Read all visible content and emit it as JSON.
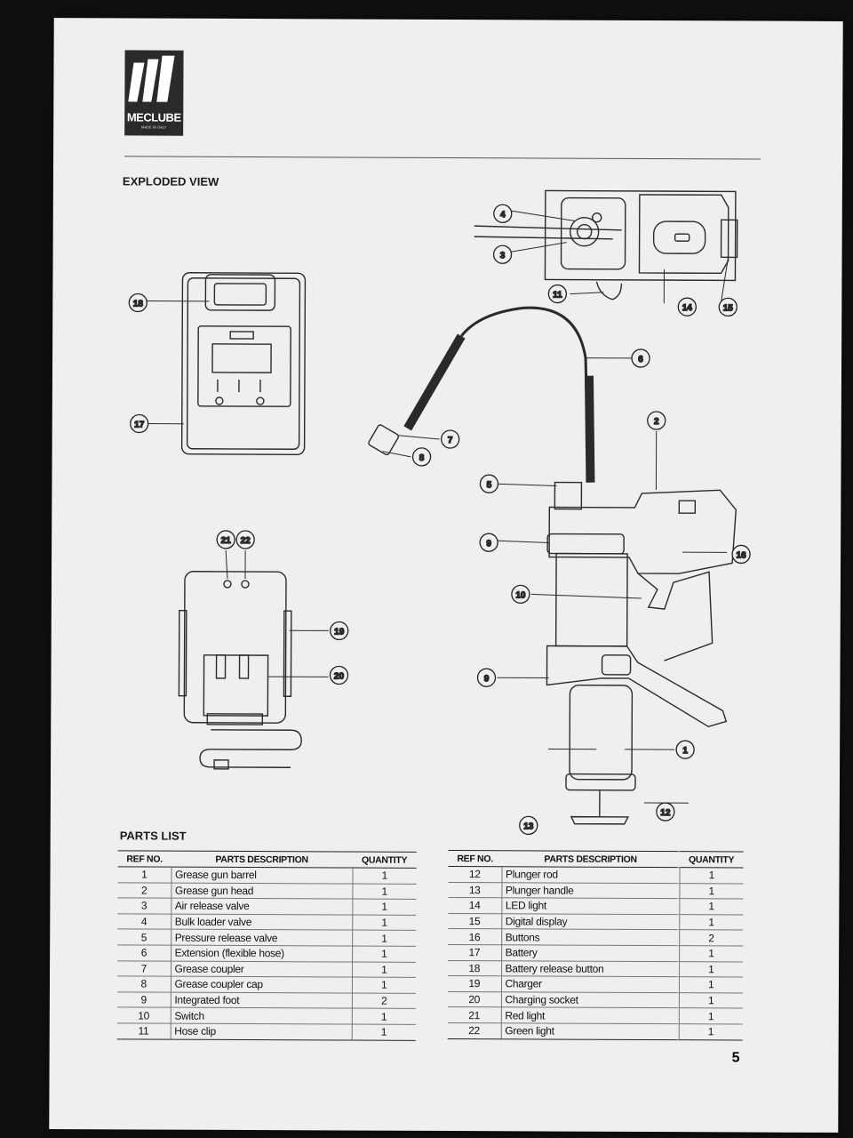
{
  "brand": {
    "name": "MECLUBE",
    "tagline": "MADE IN ITALY"
  },
  "exploded_view": {
    "title": "EXPLODED VIEW"
  },
  "callouts": [
    "1",
    "2",
    "3",
    "4",
    "5",
    "6",
    "7",
    "8",
    "9",
    "9",
    "10",
    "11",
    "12",
    "13",
    "14",
    "15",
    "16",
    "17",
    "18",
    "19",
    "20",
    "21",
    "22"
  ],
  "parts_list": {
    "title": "PARTS LIST",
    "columns": [
      "REF NO.",
      "PARTS DESCRIPTION",
      "QUANTITY"
    ],
    "left": [
      {
        "ref": "1",
        "desc": "Grease gun barrel",
        "qty": "1"
      },
      {
        "ref": "2",
        "desc": "Grease gun head",
        "qty": "1"
      },
      {
        "ref": "3",
        "desc": "Air release valve",
        "qty": "1"
      },
      {
        "ref": "4",
        "desc": "Bulk loader valve",
        "qty": "1"
      },
      {
        "ref": "5",
        "desc": "Pressure release valve",
        "qty": "1"
      },
      {
        "ref": "6",
        "desc": "Extension (flexible hose)",
        "qty": "1"
      },
      {
        "ref": "7",
        "desc": "Grease coupler",
        "qty": "1"
      },
      {
        "ref": "8",
        "desc": "Grease coupler cap",
        "qty": "1"
      },
      {
        "ref": "9",
        "desc": "Integrated foot",
        "qty": "2"
      },
      {
        "ref": "10",
        "desc": "Switch",
        "qty": "1"
      },
      {
        "ref": "11",
        "desc": "Hose clip",
        "qty": "1"
      }
    ],
    "right": [
      {
        "ref": "12",
        "desc": "Plunger rod",
        "qty": "1"
      },
      {
        "ref": "13",
        "desc": "Plunger handle",
        "qty": "1"
      },
      {
        "ref": "14",
        "desc": "LED light",
        "qty": "1"
      },
      {
        "ref": "15",
        "desc": "Digital display",
        "qty": "1"
      },
      {
        "ref": "16",
        "desc": "Buttons",
        "qty": "2"
      },
      {
        "ref": "17",
        "desc": "Battery",
        "qty": "1"
      },
      {
        "ref": "18",
        "desc": "Battery release button",
        "qty": "1"
      },
      {
        "ref": "19",
        "desc": "Charger",
        "qty": "1"
      },
      {
        "ref": "20",
        "desc": "Charging socket",
        "qty": "1"
      },
      {
        "ref": "21",
        "desc": "Red light",
        "qty": "1"
      },
      {
        "ref": "22",
        "desc": "Green light",
        "qty": "1"
      }
    ]
  },
  "page_number": "5"
}
